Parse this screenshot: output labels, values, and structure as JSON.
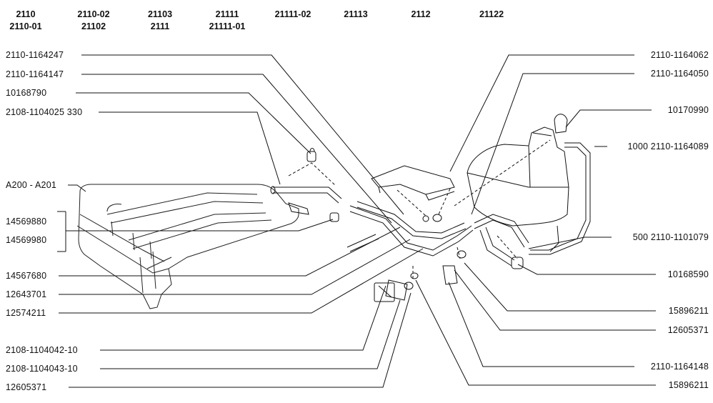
{
  "models": [
    {
      "line1": "2110",
      "line2": "2110-01"
    },
    {
      "line1": "2110-02",
      "line2": "21102"
    },
    {
      "line1": "21103",
      "line2": "2111"
    },
    {
      "line1": "21111",
      "line2": "21111-01"
    },
    {
      "line1": "21111-02",
      "line2": ""
    },
    {
      "line1": "21113",
      "line2": ""
    },
    {
      "line1": "2112",
      "line2": ""
    },
    {
      "line1": "21122",
      "line2": ""
    }
  ],
  "left_labels": [
    "2110-1164247",
    "2110-1164147",
    "10168790",
    "2108-1104025 330",
    "A200 - A201",
    "14569880",
    "14569980",
    "14567680",
    "12643701",
    "12574211",
    "2108-1104042-10",
    "2108-1104043-10",
    "12605371"
  ],
  "right_labels": [
    "2110-1164062",
    "2110-1164050",
    "10170990",
    "1000 2110-1164089",
    "500 2110-1101079",
    "10168590",
    "15896211",
    "12605371",
    "2110-1164148",
    "15896211"
  ]
}
